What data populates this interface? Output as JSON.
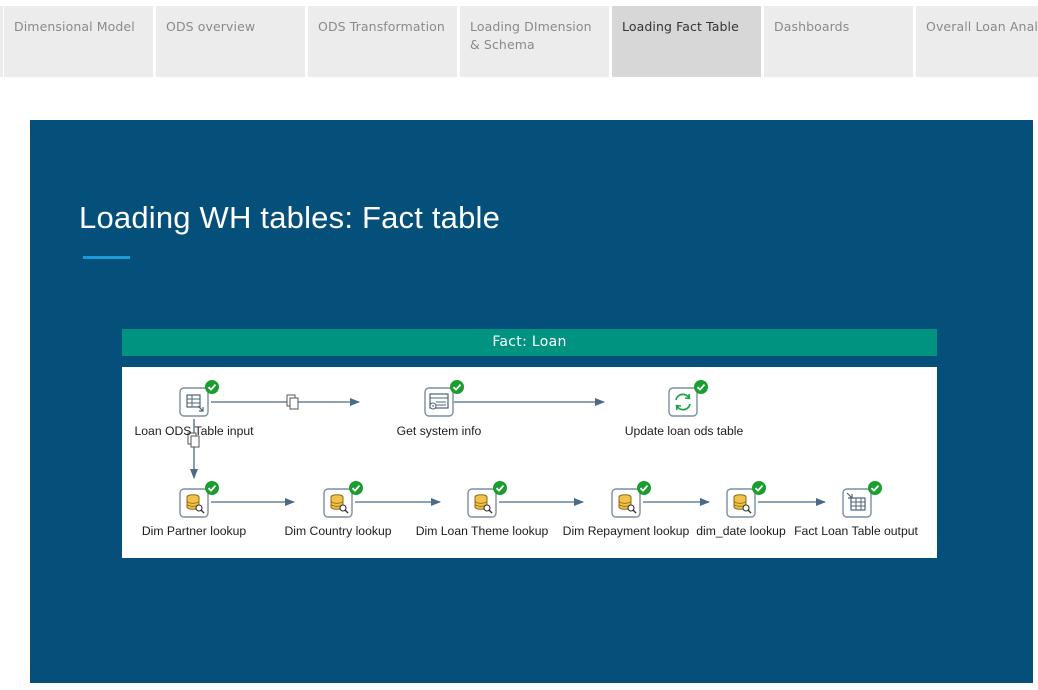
{
  "tabs": [
    {
      "label": "Dimensional Model",
      "active": false
    },
    {
      "label": "ODS overview",
      "active": false
    },
    {
      "label": "ODS Transformation",
      "active": false
    },
    {
      "label": "Loading DImension & Schema",
      "active": false
    },
    {
      "label": "Loading Fact Table",
      "active": true
    },
    {
      "label": "Dashboards",
      "active": false
    },
    {
      "label": "Overall Loan Analysis",
      "active": false
    }
  ],
  "slide": {
    "title": "Loading WH tables: Fact table",
    "header": "Fact: Loan",
    "colors": {
      "background": "#04507a",
      "header": "#00937f",
      "underline": "#1b9ad6",
      "success": "#1a9e2e"
    }
  },
  "steps": {
    "loan_ods_table_input": {
      "label": "Loan ODS Table input",
      "icon": "table-input-icon",
      "status": "success-check-icon"
    },
    "get_system_info": {
      "label": "Get system info",
      "icon": "system-info-icon",
      "status": "success-check-icon"
    },
    "update_loan_ods_table": {
      "label": "Update loan ods table",
      "icon": "update-icon",
      "status": "success-check-icon"
    },
    "dim_partner_lookup": {
      "label": "Dim Partner lookup",
      "icon": "database-lookup-icon",
      "status": "success-check-icon"
    },
    "dim_country_lookup": {
      "label": "Dim Country lookup",
      "icon": "database-lookup-icon",
      "status": "success-check-icon"
    },
    "dim_loan_theme_lookup": {
      "label": "Dim Loan Theme lookup",
      "icon": "database-lookup-icon",
      "status": "success-check-icon"
    },
    "dim_repayment_lookup": {
      "label": "Dim Repayment lookup",
      "icon": "database-lookup-icon",
      "status": "success-check-icon"
    },
    "dim_date_lookup": {
      "label": "dim_date lookup",
      "icon": "database-lookup-icon",
      "status": "success-check-icon"
    },
    "fact_loan_table_output": {
      "label": "Fact Loan Table output",
      "icon": "table-output-icon",
      "status": "success-check-icon"
    }
  }
}
